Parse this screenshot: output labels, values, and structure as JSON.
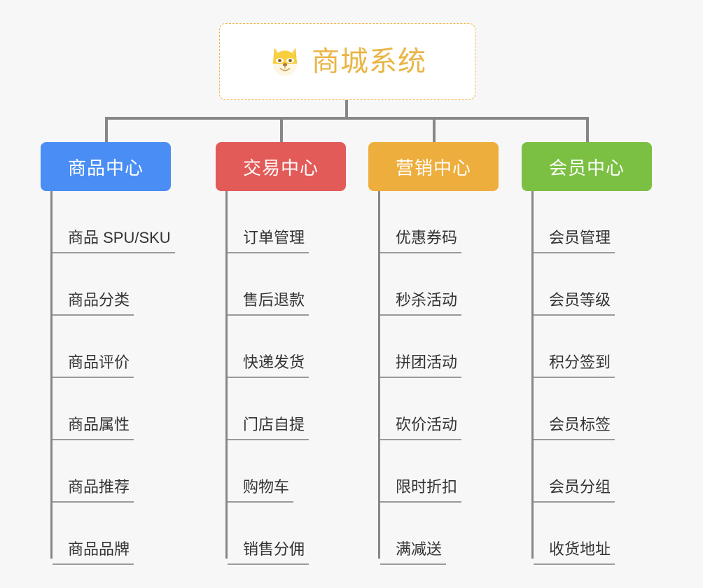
{
  "canvas": {
    "background": "#f7f7f7",
    "connector_color": "#878787"
  },
  "root": {
    "title": "商城系统",
    "icon": "shiba-dog-face-icon",
    "border_color": "#eeb44a",
    "text_color": "#eab546"
  },
  "branches": [
    {
      "label": "商品中心",
      "color": "#4a8ef5",
      "items": [
        "商品 SPU/SKU",
        "商品分类",
        "商品评价",
        "商品属性",
        "商品推荐",
        "商品品牌"
      ]
    },
    {
      "label": "交易中心",
      "color": "#e35b58",
      "items": [
        "订单管理",
        "售后退款",
        "快递发货",
        "门店自提",
        "购物车",
        "销售分佣"
      ]
    },
    {
      "label": "营销中心",
      "color": "#eeae3d",
      "items": [
        "优惠券码",
        "秒杀活动",
        "拼团活动",
        "砍价活动",
        "限时折扣",
        "满减送"
      ]
    },
    {
      "label": "会员中心",
      "color": "#7bc043",
      "items": [
        "会员管理",
        "会员等级",
        "积分签到",
        "会员标签",
        "会员分组",
        "收货地址"
      ]
    }
  ]
}
